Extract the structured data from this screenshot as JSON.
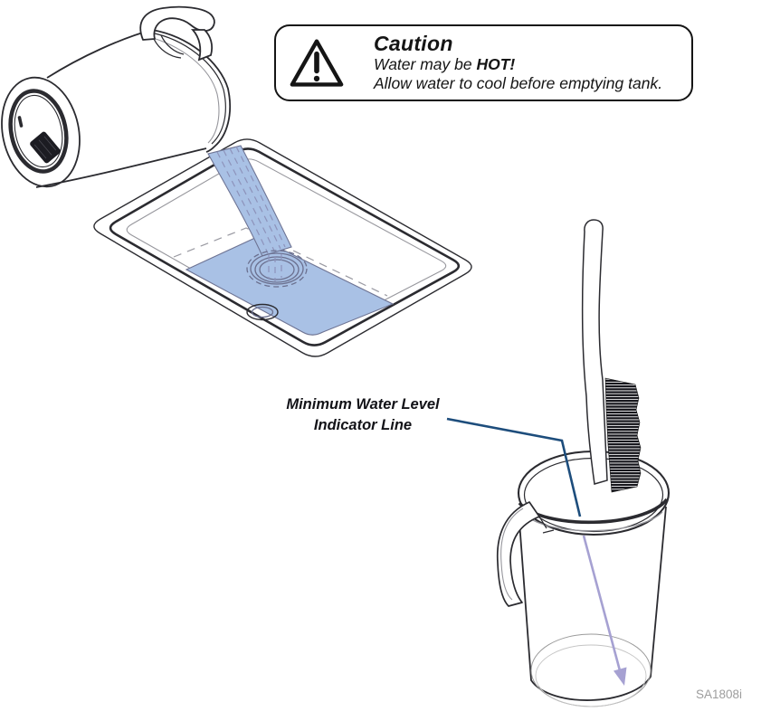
{
  "caution": {
    "title": "Caution",
    "line1_prefix": "Water may be ",
    "line1_bold": "HOT!",
    "line2": "Allow water to cool before emptying tank."
  },
  "label": {
    "line1": "Minimum Water Level",
    "line2": "Indicator Line"
  },
  "figure_id": "SA1808i",
  "icons": {
    "warning": "warning-triangle-icon"
  },
  "colors": {
    "outline": "#2b2b30",
    "gray_line": "#97979d",
    "water": "#a9c1e5",
    "stream_dash": "#8d93bb",
    "drain": "#6b708f",
    "waterline_dash": "#9a9aa2",
    "leader": "#1d4d7c",
    "arrow": "#a6a1d2",
    "label_text": "#131318",
    "caution_text": "#151515",
    "figure_id_text": "#9d9d9d"
  }
}
